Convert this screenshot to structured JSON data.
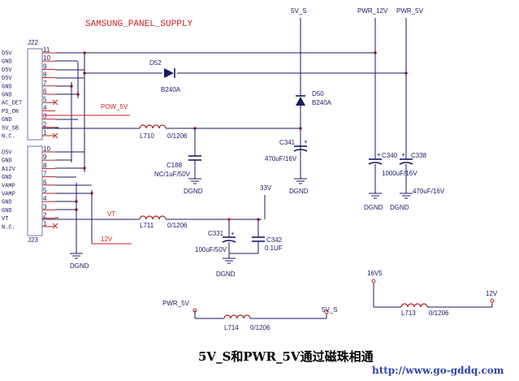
{
  "title": "SAMSUNG_PANEL_SUPPLY",
  "caption": "5V_S和PWR_5V通过磁珠相通",
  "website": "http://www.go-gddq.com",
  "connectors": {
    "j22": {
      "name": "J22",
      "pins": [
        {
          "num": "11",
          "signal": "D5V"
        },
        {
          "num": "10",
          "signal": "GND"
        },
        {
          "num": "9",
          "signal": "D5V"
        },
        {
          "num": "8",
          "signal": "D5V"
        },
        {
          "num": "7",
          "signal": "GND"
        },
        {
          "num": "6",
          "signal": "GND"
        },
        {
          "num": "5",
          "signal": "AC_DET"
        },
        {
          "num": "4",
          "signal": "PS_ON"
        },
        {
          "num": "3",
          "signal": "GND"
        },
        {
          "num": "2",
          "signal": "5V_SB"
        },
        {
          "num": "1",
          "signal": "N.C."
        }
      ]
    },
    "j23": {
      "name": "J23",
      "pins": [
        {
          "num": "10",
          "signal": "D5V"
        },
        {
          "num": "9",
          "signal": "GND"
        },
        {
          "num": "8",
          "signal": "A12V"
        },
        {
          "num": "7",
          "signal": "GND"
        },
        {
          "num": "6",
          "signal": "VAMP"
        },
        {
          "num": "5",
          "signal": "VAMP"
        },
        {
          "num": "4",
          "signal": "GND"
        },
        {
          "num": "3",
          "signal": "GND"
        },
        {
          "num": "2",
          "signal": "VT"
        },
        {
          "num": "1",
          "signal": "N.C."
        }
      ]
    }
  },
  "nets": {
    "pow_5v": "POW_5V",
    "vt": "VT",
    "v12": "12V",
    "v5_s": "5V_S",
    "pwr_12v": "PWR_12V",
    "pwr_5v": "PWR_5V",
    "v33": "33V",
    "pwr_5v_bottom": "PWR_5V",
    "v5_s_bottom": "5V_S",
    "v16v5": "16V5",
    "v12_right": "12V"
  },
  "components": {
    "d52": {
      "ref": "D52",
      "value": "B240A"
    },
    "d50": {
      "ref": "D50",
      "value": "B240A"
    },
    "l710": {
      "ref": "L710",
      "value": "0/1206"
    },
    "l711": {
      "ref": "L711",
      "value": "0/1206"
    },
    "l713": {
      "ref": "L713",
      "value": "0/1206"
    },
    "l714": {
      "ref": "L714",
      "value": "0/1206"
    },
    "c188": {
      "ref": "C188",
      "value": "NC/1uF/50V"
    },
    "c341": {
      "ref": "C341",
      "value": "470uF/16V"
    },
    "c340": {
      "ref": "C340",
      "value": "1000uF/16V"
    },
    "c338": {
      "ref": "C338",
      "value": "470uF/16V"
    },
    "c331": {
      "ref": "C331",
      "value": "100uF/50V"
    },
    "c342": {
      "ref": "C342",
      "value": "0.1UF"
    }
  },
  "grounds": {
    "g_c188": "DGND",
    "g_c341": "DGND",
    "g_c340": "DGND",
    "g_c338": "DGND",
    "g_c331": "DGND",
    "g_conn": "DGND"
  }
}
